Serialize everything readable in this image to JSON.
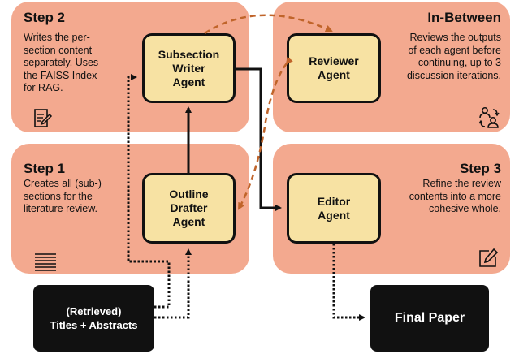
{
  "step2": {
    "title": "Step 2",
    "description": "Writes the per-\nsection content\nseparately. Uses\nthe FAISS Index\nfor RAG.",
    "icon": "document-edit-icon"
  },
  "in_between": {
    "title": "In-Between",
    "description": "Reviews the outputs\nof each agent before\ncontinuing, up to 3\ndiscussion iterations.",
    "icon": "users-exchange-icon"
  },
  "step1": {
    "title": "Step 1",
    "description": "Creates all (sub-)\nsections for the\nliterature review.",
    "icon": "lines-list-icon"
  },
  "step3": {
    "title": "Step 3",
    "description": "Refine the review\ncontents into a more\ncohesive whole.",
    "icon": "edit-square-icon"
  },
  "agents": {
    "subsection_writer": "Subsection\nWriter\nAgent",
    "reviewer": "Reviewer\nAgent",
    "outline_drafter": "Outline\nDrafter\nAgent",
    "editor": "Editor\nAgent"
  },
  "inputs": {
    "retrieved": "(Retrieved)\nTitles + Abstracts"
  },
  "outputs": {
    "final_paper": "Final Paper"
  },
  "colors": {
    "panel": "#f3a98f",
    "agent_fill": "#f7e2a3",
    "review_arrow": "#c0642a",
    "dark": "#111111"
  }
}
